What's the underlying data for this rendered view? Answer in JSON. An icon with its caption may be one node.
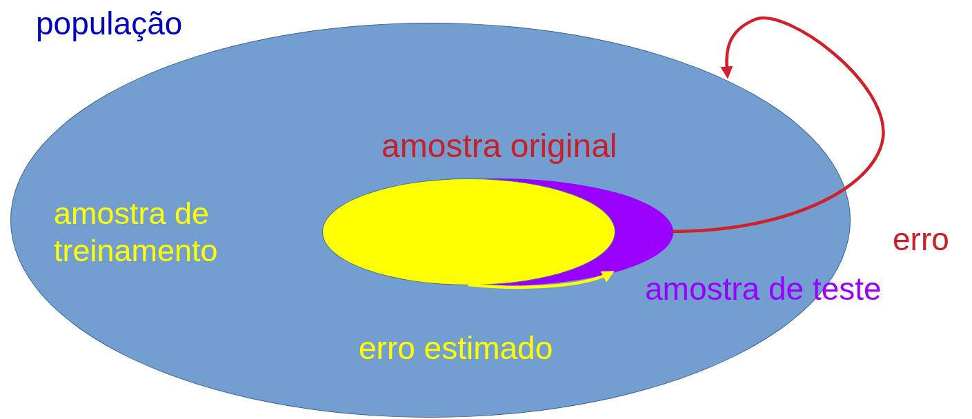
{
  "diagram": {
    "nodes": [
      {
        "text": [
          "população"
        ]
      },
      {
        "text": [],
        "shape": "ellipse",
        "in": 0
      },
      {
        "text": [],
        "shape": "ellipse",
        "in": 1
      }
    ],
    "edges": [
      {
        "from": 1,
        "to": 0,
        "arrow": "to",
        "color": "#d0202a"
      },
      {
        "from": 2,
        "to": 1,
        "arrow": "to",
        "color": "#ffff00"
      }
    ],
    "labels": [
      "amostra original",
      "amostra de treinamento",
      "erro",
      "amostra de teste",
      "erro estimado"
    ]
  }
}
